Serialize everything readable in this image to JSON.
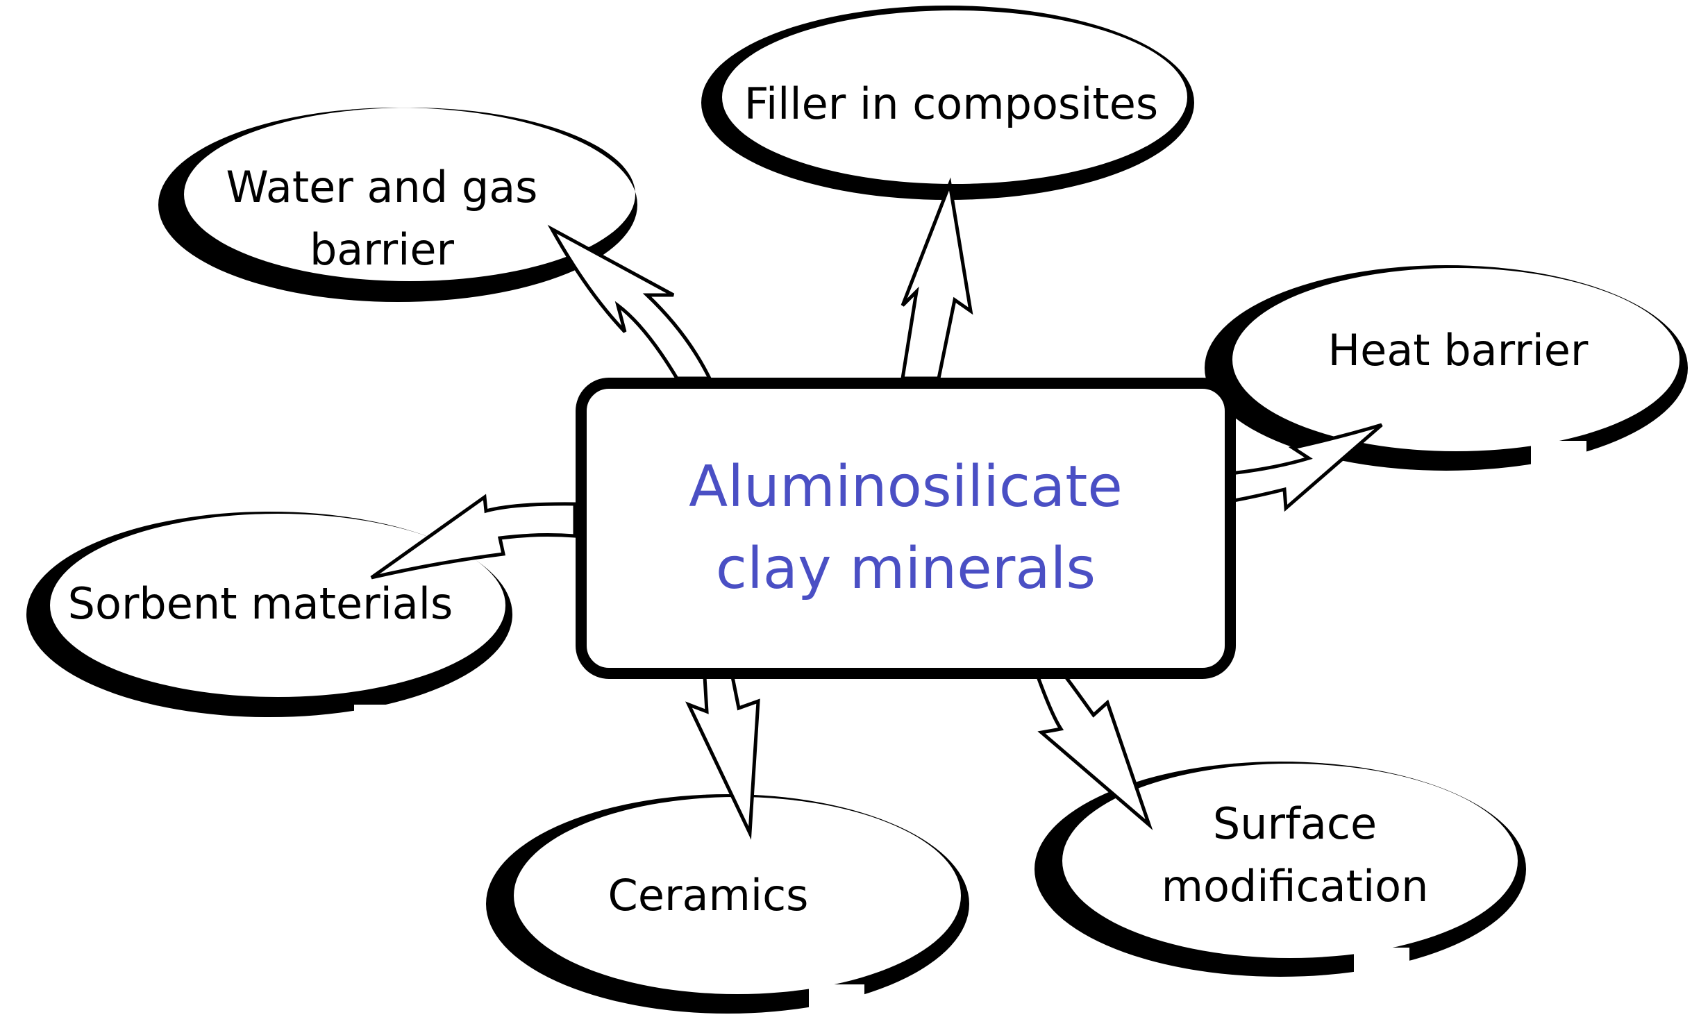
{
  "center": {
    "line1": "Aluminosilicate",
    "line2": "clay minerals",
    "text_color": "#4a4fc4"
  },
  "applications": {
    "filler": {
      "line1": "Filler in composites"
    },
    "water_gas": {
      "line1": "Water and gas",
      "line2": "barrier"
    },
    "heat": {
      "line1": "Heat barrier"
    },
    "sorbent": {
      "line1": "Sorbent materials"
    },
    "ceramics": {
      "line1": "Ceramics"
    },
    "surface": {
      "line1": "Surface",
      "line2": "modification"
    }
  },
  "colors": {
    "stroke": "#000000",
    "background": "#ffffff"
  }
}
